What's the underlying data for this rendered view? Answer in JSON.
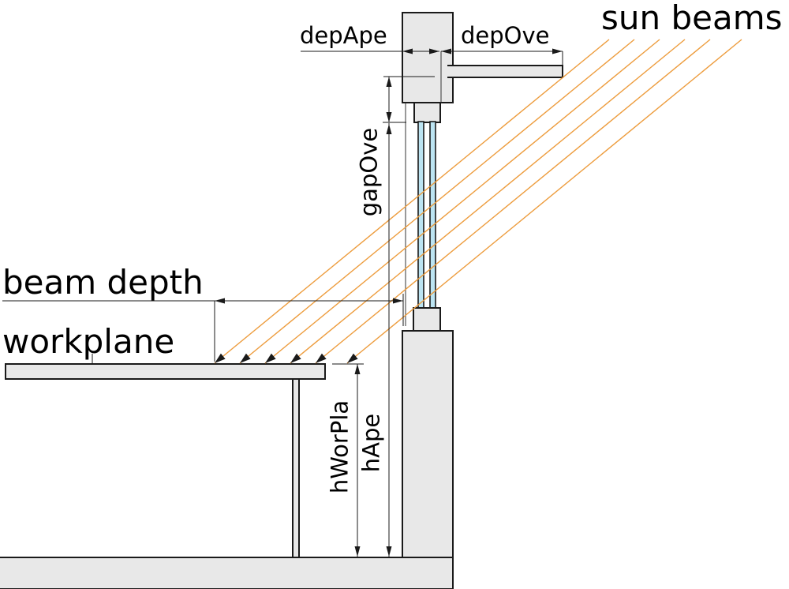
{
  "labels": {
    "sun_beams": "sun beams",
    "beam_depth": "beam depth",
    "workplane": "workplane",
    "dep_ape": "depApe",
    "dep_ove": "depOve",
    "gap_ove": "gapOve",
    "h_ape": "hApe",
    "h_wor_pla": "hWorPla"
  },
  "colors": {
    "beam": "#ED9C3D",
    "glazing": "#BCE4F2",
    "panel": "#E8E8E8",
    "line": "#1A1A1A"
  }
}
